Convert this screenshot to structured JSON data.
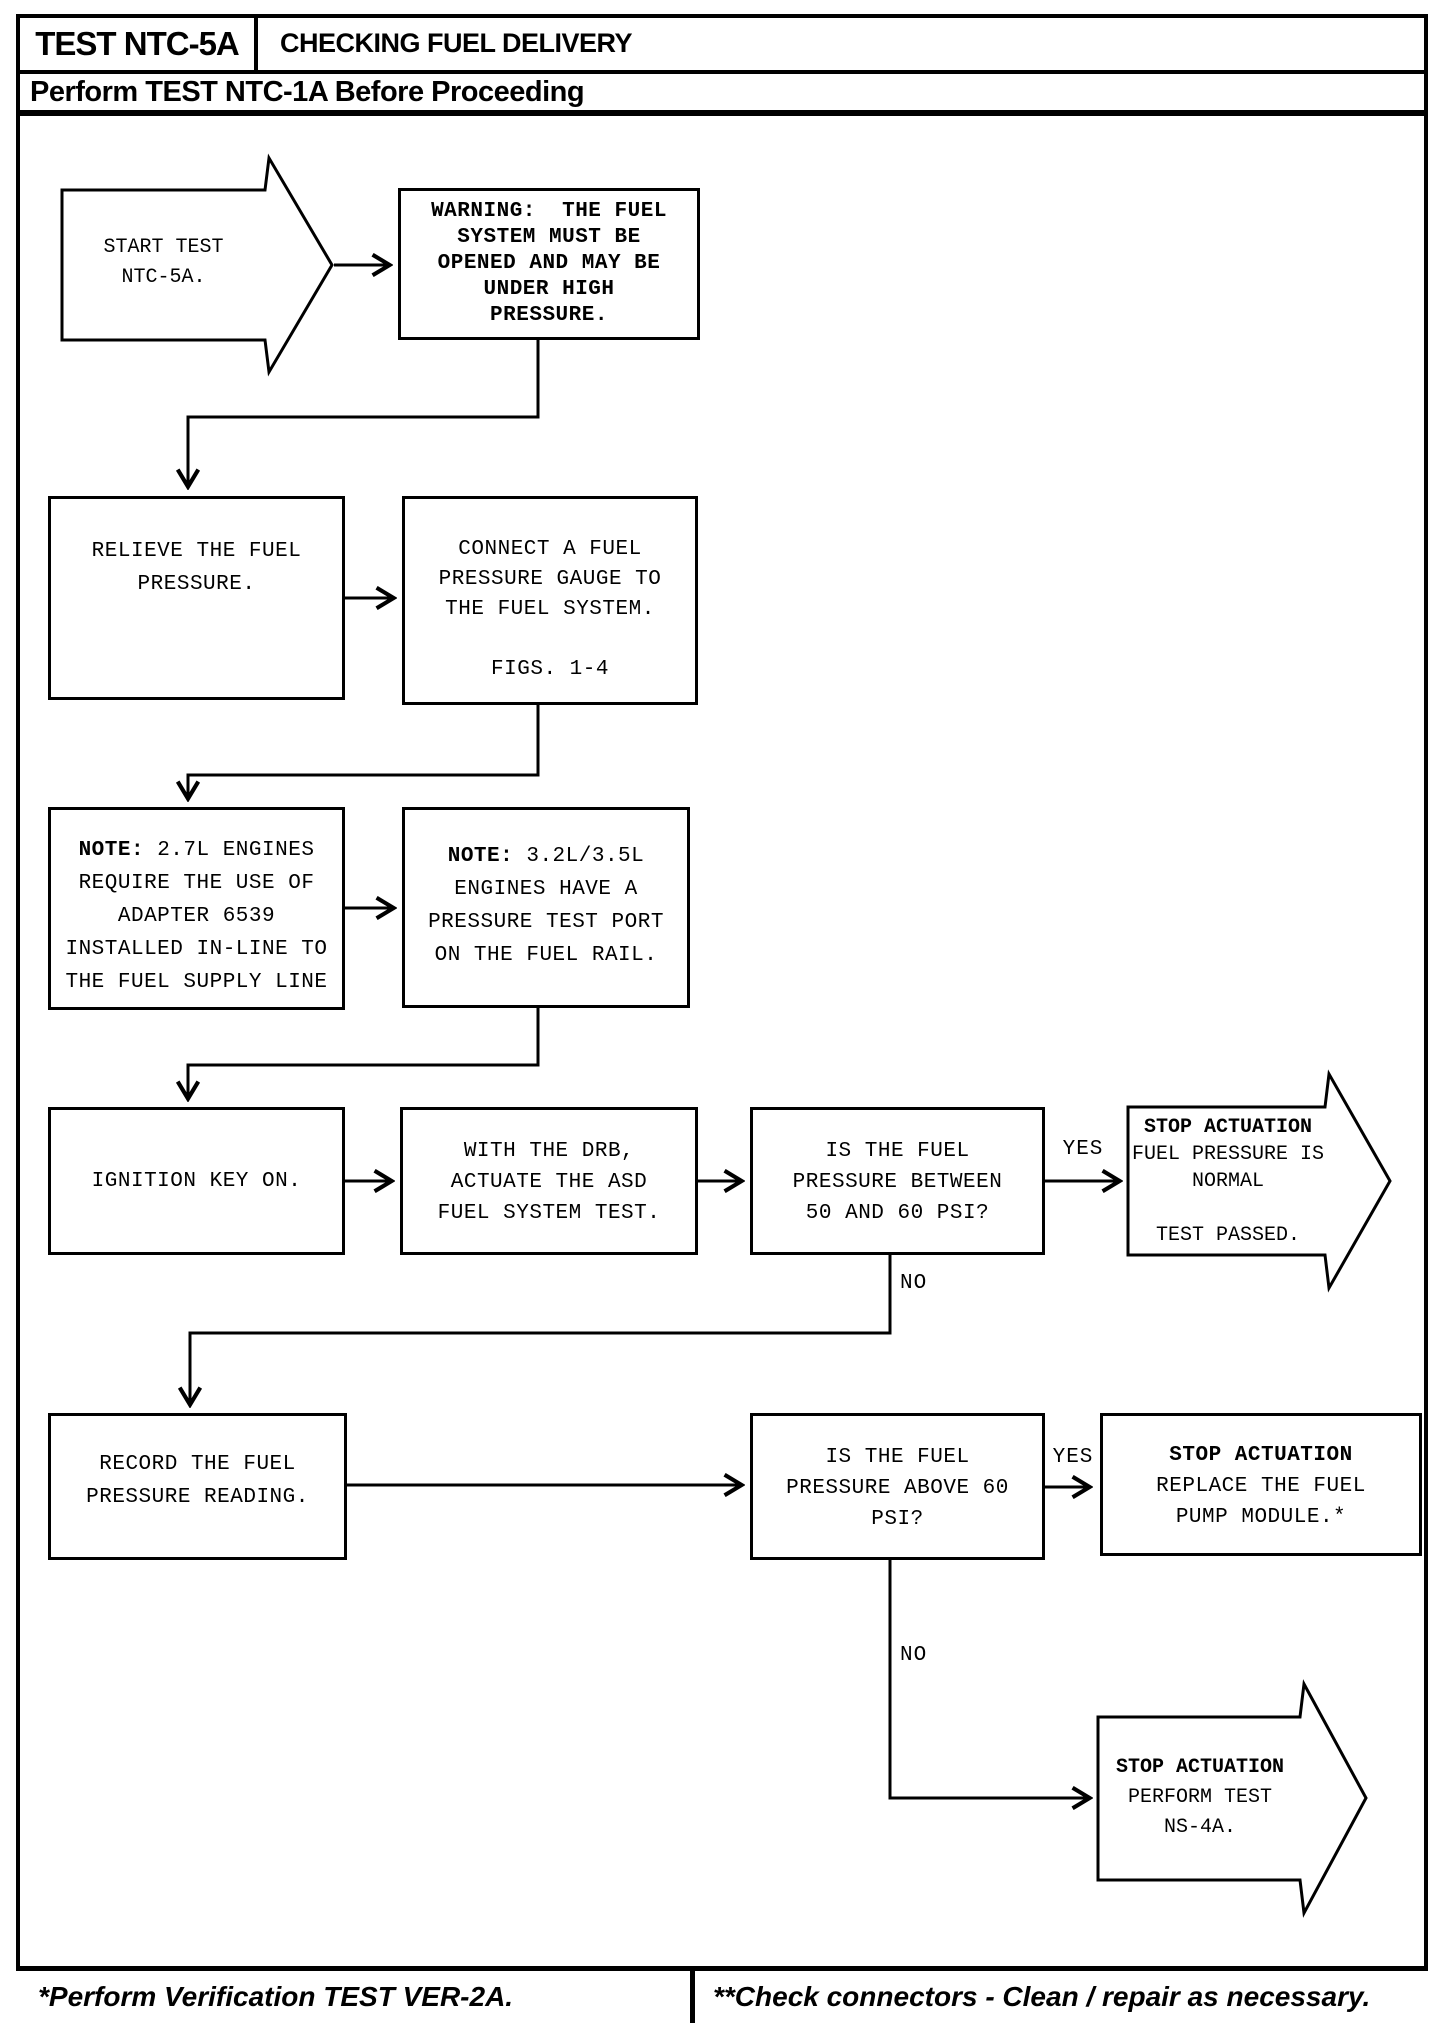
{
  "colors": {
    "ink": "#000000",
    "paper": "#ffffff"
  },
  "header": {
    "test_id": "TEST NTC-5A",
    "title": "CHECKING FUEL DELIVERY",
    "subtitle": "Perform TEST NTC-1A Before Proceeding"
  },
  "nodes": {
    "start": {
      "lines": [
        "START TEST",
        "NTC-5A."
      ]
    },
    "warning": {
      "lines": [
        "WARNING:  THE FUEL",
        "SYSTEM MUST BE",
        "OPENED AND MAY BE",
        "UNDER HIGH",
        "PRESSURE."
      ]
    },
    "relieve": {
      "lines": [
        "RELIEVE THE FUEL",
        "PRESSURE."
      ]
    },
    "connect_gauge": {
      "lines": [
        "CONNECT A FUEL",
        "PRESSURE GAUGE TO",
        "THE FUEL SYSTEM.",
        " ",
        "FIGS. 1-4"
      ]
    },
    "note_27l": {
      "bold": "NOTE:",
      "l1rest": " 2.7L ENGINES",
      "lines": [
        "REQUIRE THE USE OF",
        "ADAPTER 6539",
        "INSTALLED IN-LINE TO",
        "THE FUEL SUPPLY LINE"
      ]
    },
    "note_32l": {
      "bold": "NOTE:",
      "l1rest": " 3.2L/3.5L",
      "lines": [
        "ENGINES HAVE A",
        "PRESSURE TEST PORT",
        "ON THE FUEL RAIL."
      ]
    },
    "ignition": {
      "lines": [
        "IGNITION KEY ON."
      ]
    },
    "drb": {
      "lines": [
        "WITH THE DRB,",
        "ACTUATE THE ASD",
        "FUEL SYSTEM TEST."
      ]
    },
    "q_between": {
      "lines": [
        "IS THE FUEL",
        "PRESSURE BETWEEN",
        "50 AND 60 PSI?"
      ]
    },
    "stop_passed": {
      "bold": "STOP ACTUATION",
      "lines": [
        "FUEL PRESSURE IS",
        "NORMAL",
        " ",
        "TEST PASSED."
      ]
    },
    "record": {
      "lines": [
        "RECORD THE FUEL",
        "PRESSURE READING."
      ]
    },
    "q_above": {
      "lines": [
        "IS THE FUEL",
        "PRESSURE ABOVE 60",
        "PSI?"
      ]
    },
    "stop_replace": {
      "bold": "STOP ACTUATION",
      "lines": [
        "REPLACE THE FUEL",
        "PUMP MODULE.*"
      ]
    },
    "stop_ns4a": {
      "bold": "STOP ACTUATION",
      "lines": [
        "PERFORM TEST",
        "NS-4A."
      ]
    }
  },
  "labels": {
    "yes1": "YES",
    "no1": "NO",
    "yes2": "YES",
    "no2": "NO"
  },
  "footer": {
    "left": "*Perform Verification TEST VER-2A.",
    "right": "**Check connectors - Clean / repair as necessary."
  }
}
